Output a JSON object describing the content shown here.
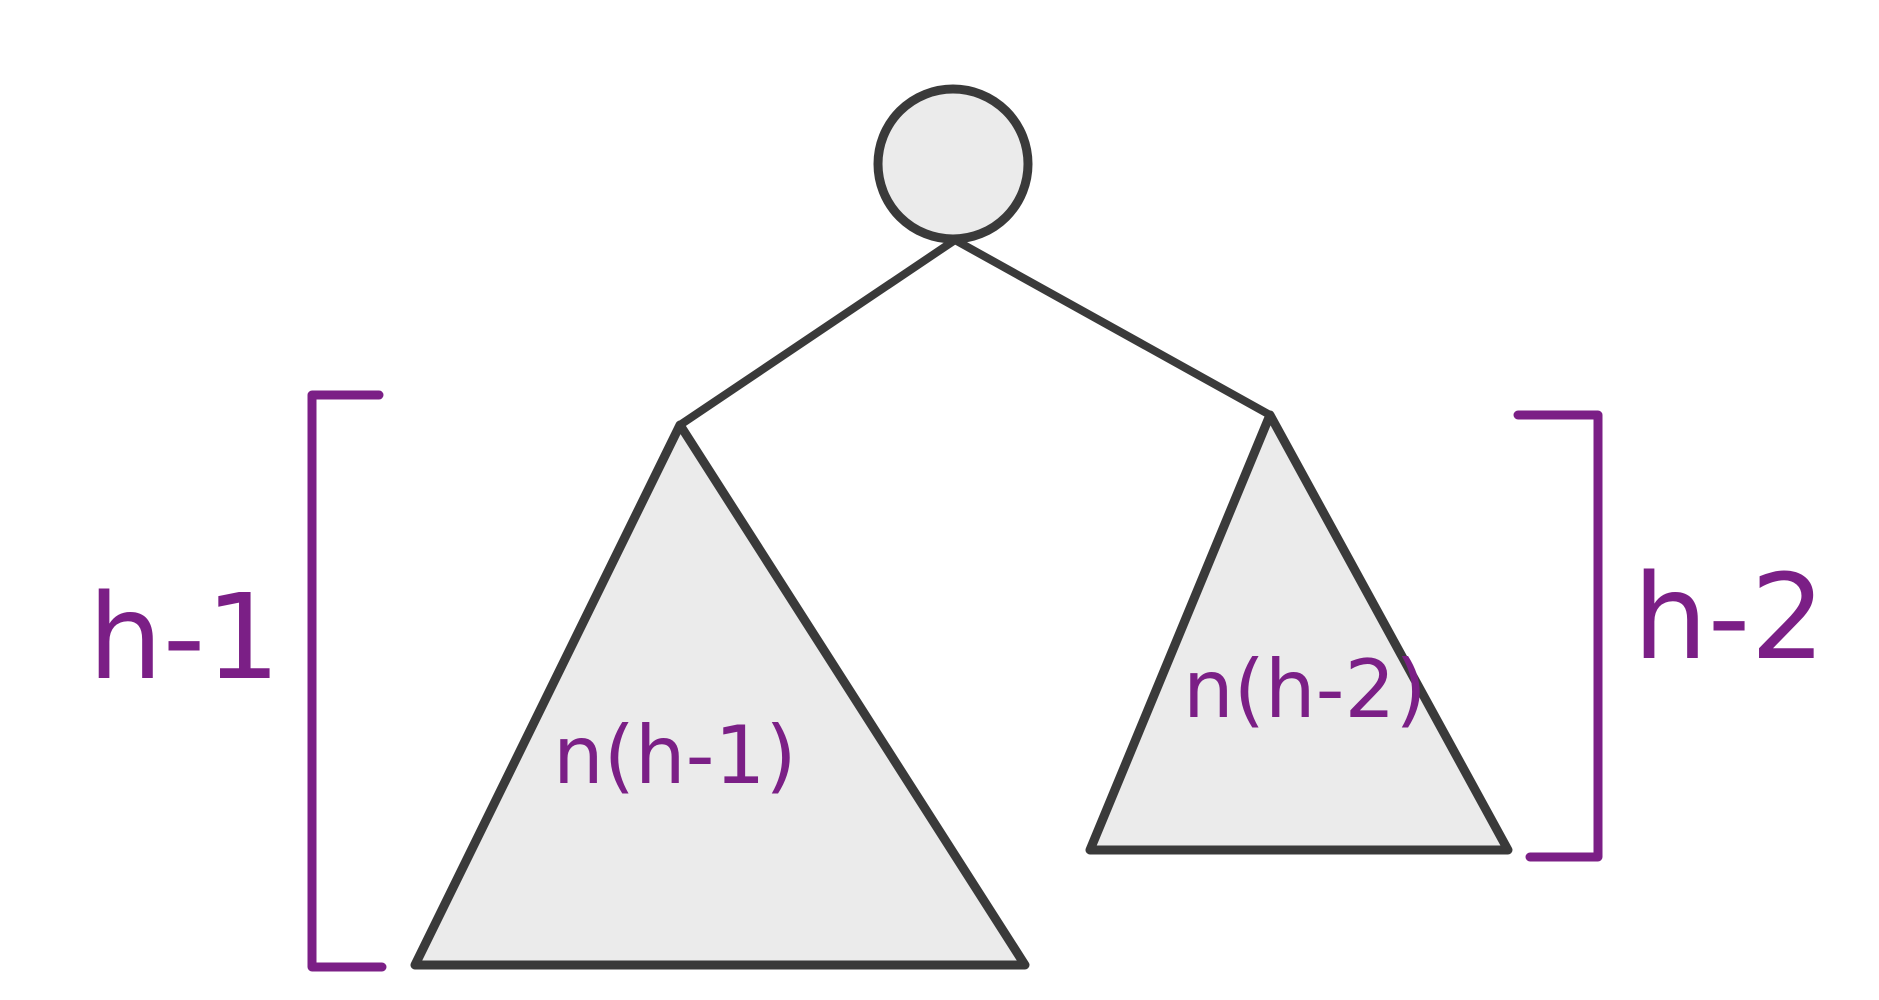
{
  "colors": {
    "stroke": "#3a3a3a",
    "fill": "#ebebeb",
    "accent": "#7b1f86"
  },
  "labels": {
    "left_height": "h-1",
    "right_height": "h-2",
    "left_subtree": "n(h-1)",
    "right_subtree": "n(h-2)"
  }
}
